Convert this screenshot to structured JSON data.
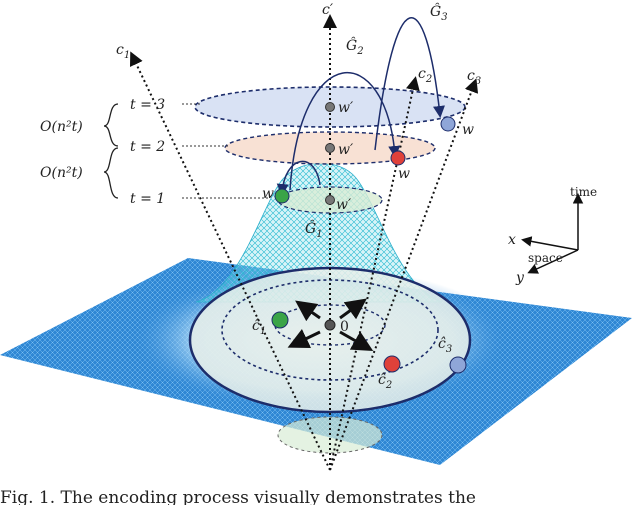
{
  "labels": {
    "c_prime": "c′",
    "c1": "c",
    "c1_sub": "1",
    "c2": "c",
    "c2_sub": "2",
    "c3": "c",
    "c3_sub": "3",
    "G1": "Ĝ",
    "G1_sub": "1",
    "G2": "Ĝ",
    "G2_sub": "2",
    "G3": "Ĝ",
    "G3_sub": "3",
    "t3": "t = 3",
    "t2": "t = 2",
    "t1": "t = 1",
    "cost_upper": "O(n²t)",
    "cost_lower": "O(n²t)",
    "w_prime_3": "w′",
    "w_prime_2": "w′",
    "w_prime_1": "w′",
    "w_left": "w",
    "w_mid": "w",
    "w_right": "w",
    "hat_c1": "ĉ",
    "hat_c1_sub": "1",
    "hat_c2": "ĉ",
    "hat_c2_sub": "2",
    "hat_c3": "ĉ",
    "hat_c3_sub": "3",
    "origin": "0",
    "axis_time": "time",
    "axis_x": "x",
    "axis_space": "space",
    "axis_y": "y"
  },
  "caption": "Fig. 1. The encoding process visually demonstrates the",
  "colors": {
    "plane": "#2f87d4",
    "cone": "#36c4d6",
    "ellipse_outer": "#1d2d6b",
    "ball_green": "#3aa447",
    "ball_red": "#e0413a",
    "ball_blue": "#8fa6d8",
    "disk_t3": "#c9d6ef",
    "disk_t2": "#f6d7c5",
    "disk_t1": "#d9ecd5"
  }
}
